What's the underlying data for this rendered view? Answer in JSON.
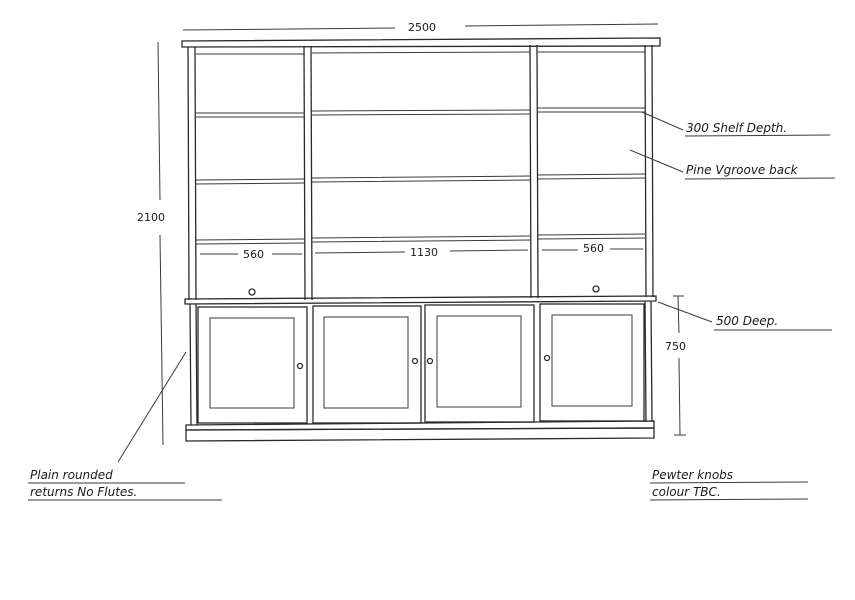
{
  "dimensions": {
    "overall_width": "2500",
    "overall_height": "2100",
    "left_bay_width": "560",
    "centre_bay_width": "1130",
    "right_bay_width": "560",
    "base_height": "750"
  },
  "notes": {
    "shelf_depth": "300 Shelf Depth.",
    "back": "Pine Vgroove back",
    "base_depth": "500 Deep.",
    "returns_line1": "Plain rounded",
    "returns_line2": "returns No Flutes.",
    "knobs_line1": "Pewter knobs",
    "knobs_line2": "colour TBC."
  }
}
